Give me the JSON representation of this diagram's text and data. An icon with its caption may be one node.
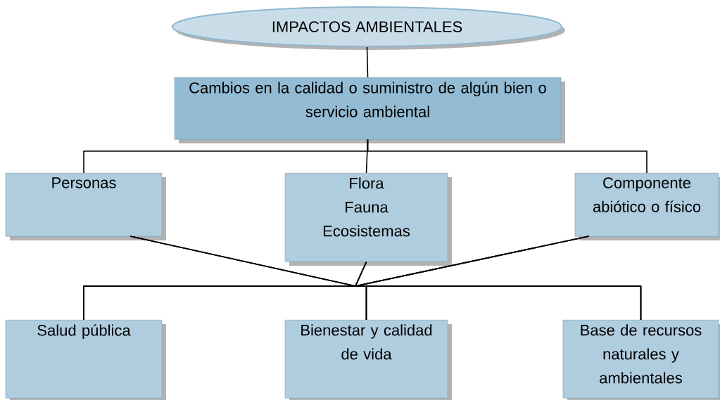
{
  "diagram": {
    "nodes": [
      {
        "text": [
          "IMPACTOS AMBIENTALES"
        ]
      },
      {
        "text": [
          "Cambios en la calidad o suministro de algún bien o servicio ambiental"
        ]
      },
      {
        "text": [
          "Personas"
        ]
      },
      {
        "text": [
          "Flora",
          "Fauna",
          "Ecosistemas"
        ]
      },
      {
        "text": [
          "Componente abiótico o físico"
        ]
      },
      {
        "text": [
          "Salud pública"
        ]
      },
      {
        "text": [
          "Bienestar y calidad de vida"
        ]
      },
      {
        "text": [
          "Base de recursos naturales y ambientales"
        ]
      }
    ],
    "edges": [
      {
        "from": 0,
        "to": 1,
        "arrow": "none"
      },
      {
        "from": 1,
        "to": 2,
        "arrow": "none"
      },
      {
        "from": 1,
        "to": 3,
        "arrow": "none"
      },
      {
        "from": 1,
        "to": 4,
        "arrow": "none"
      },
      {
        "from": 2,
        "to": 5,
        "arrow": "none"
      },
      {
        "from": 2,
        "to": 6,
        "arrow": "none"
      },
      {
        "from": 2,
        "to": 7,
        "arrow": "none"
      },
      {
        "from": 3,
        "to": 5,
        "arrow": "none"
      },
      {
        "from": 3,
        "to": 6,
        "arrow": "none"
      },
      {
        "from": 3,
        "to": 7,
        "arrow": "none"
      },
      {
        "from": 4,
        "to": 5,
        "arrow": "none"
      },
      {
        "from": 4,
        "to": 6,
        "arrow": "none"
      },
      {
        "from": 4,
        "to": 7,
        "arrow": "none"
      }
    ]
  }
}
